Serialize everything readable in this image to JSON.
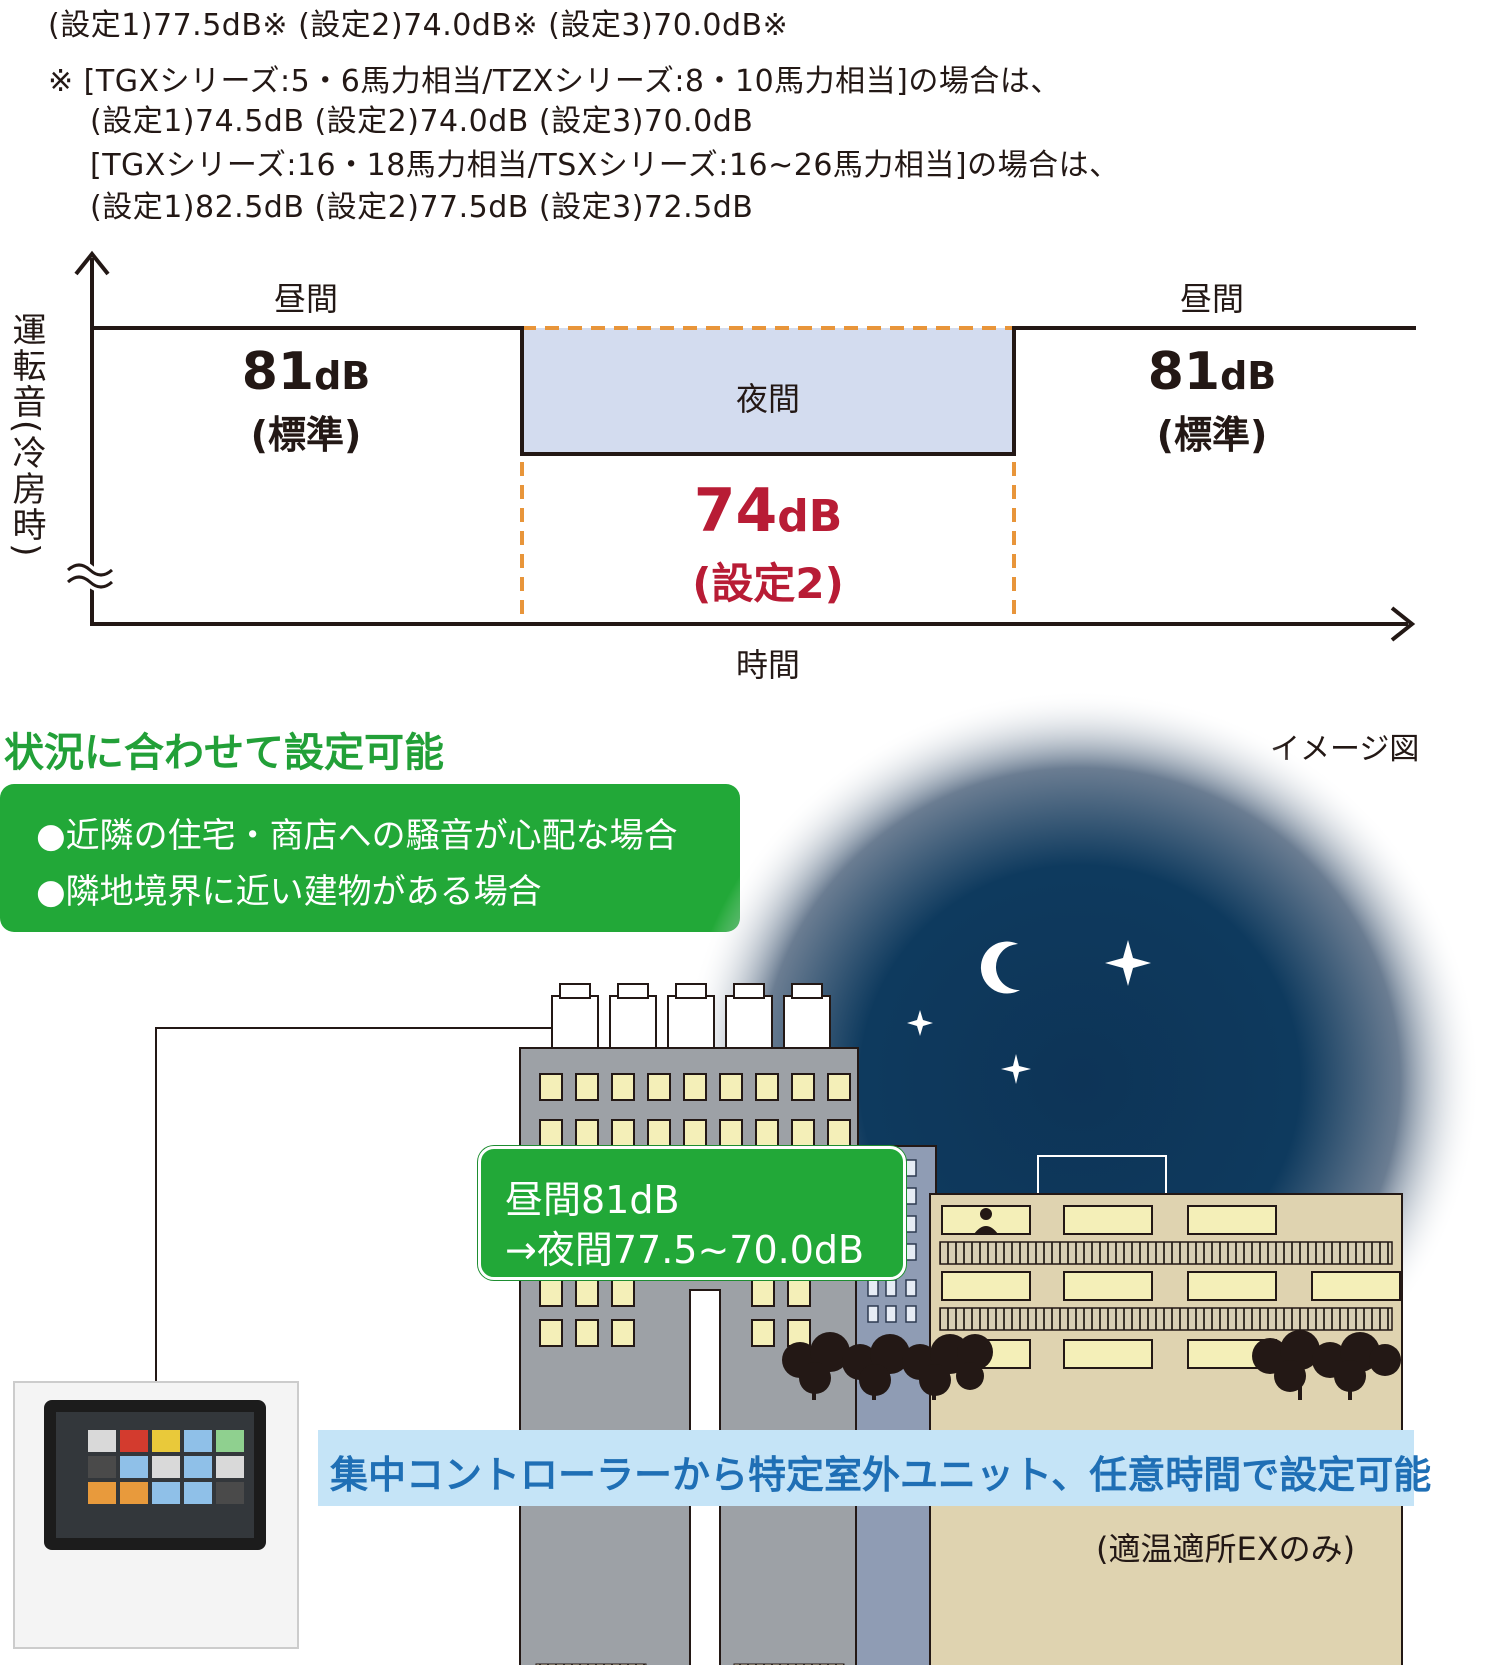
{
  "notes": {
    "line1": "(設定1)77.5dB※ (設定2)74.0dB※ (設定3)70.0dB※",
    "line2": "※ [TGXシリーズ:5・6馬力相当/TZXシリーズ:8・10馬力相当]の場合は、",
    "line3": "(設定1)74.5dB (設定2)74.0dB (設定3)70.0dB",
    "line4": "[TGXシリーズ:16・18馬力相当/TSXシリーズ:16~26馬力相当]の場合は、",
    "line5": "(設定1)82.5dB (設定2)77.5dB (設定3)72.5dB"
  },
  "chart": {
    "y_axis_label": "運転音(冷房時)",
    "x_axis_label": "時間",
    "day_left_label": "昼間",
    "day_right_label": "昼間",
    "night_label": "夜間",
    "day_value": "81",
    "unit": "dB",
    "day_note": "(標準)",
    "night_value": "74",
    "night_note": "(設定2)",
    "colors": {
      "line": "#231815",
      "night_fill": "#d3dcef",
      "dash": "#e8953a",
      "night_text": "#b81c35"
    }
  },
  "heading": "状況に合わせて設定可能",
  "image_note": "イメージ図",
  "situations": [
    "●近隣の住宅・商店への騒音が心配な場合",
    "●隣地境界に近い建物がある場合"
  ],
  "callout": {
    "line1": "昼間81dB",
    "line2": "→夜間77.5~70.0dB"
  },
  "banner": "集中コントローラーから特定室外ユニット、任意時間で設定可能",
  "footnote": "(適温適所EXのみ)"
}
